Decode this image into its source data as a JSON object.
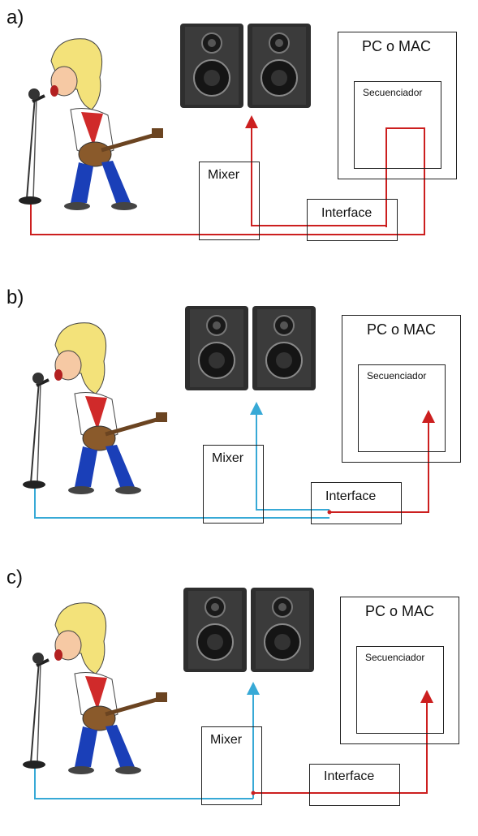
{
  "panels": [
    {
      "label": "a)",
      "pc": "PC o MAC",
      "sequencer": "Secuenciador",
      "mixer": "Mixer",
      "interface": "Interface"
    },
    {
      "label": "b)",
      "pc": "PC o MAC",
      "sequencer": "Secuenciador",
      "mixer": "Mixer",
      "interface": "Interface"
    },
    {
      "label": "c)",
      "pc": "PC o MAC",
      "sequencer": "Secuenciador",
      "mixer": "Mixer",
      "interface": "Interface"
    }
  ],
  "colors": {
    "red_line": "#cc1f1f",
    "blue_line": "#37a9d6"
  },
  "icons": [
    "singer-guitarist-illustration",
    "microphone-stand-icon",
    "studio-monitor-speaker-icon"
  ]
}
